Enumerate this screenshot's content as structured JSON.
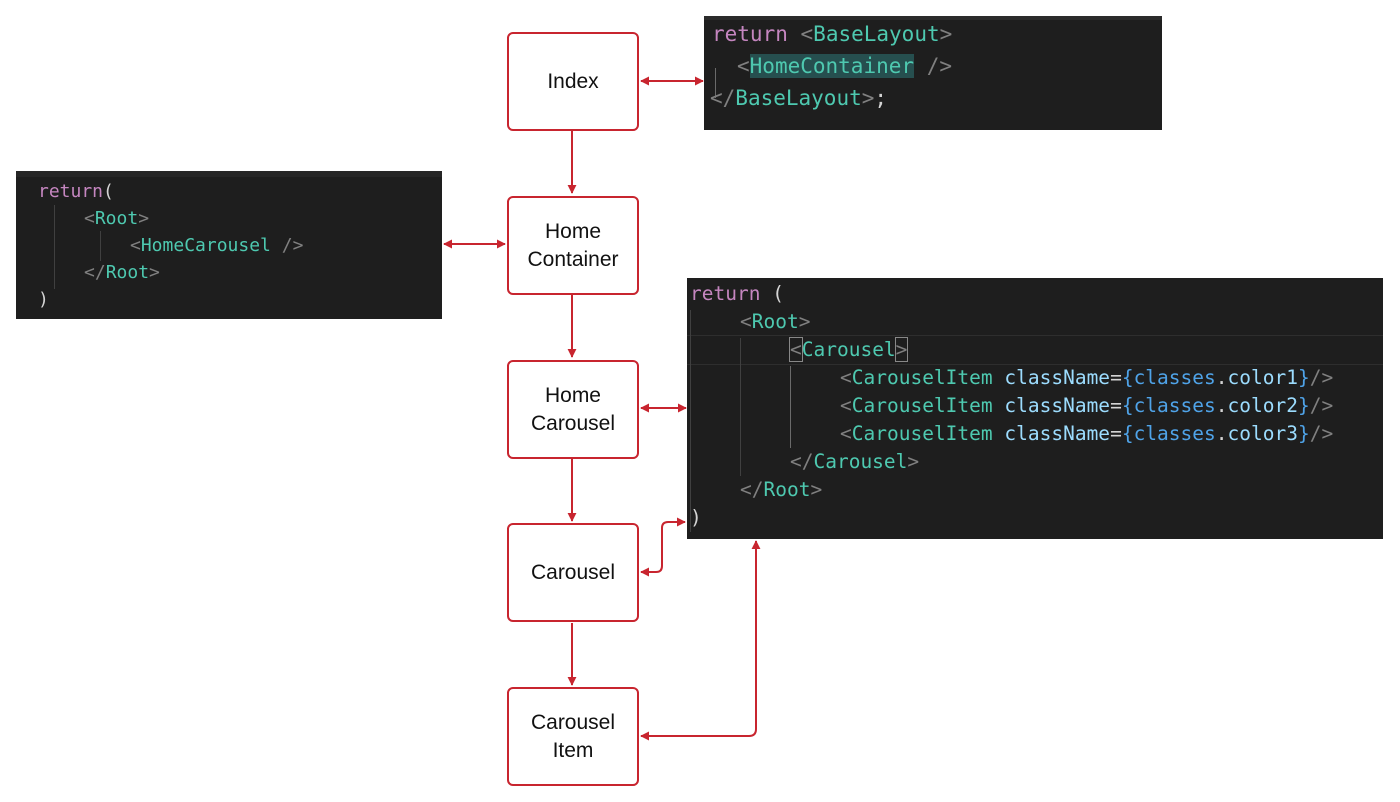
{
  "nodes": {
    "index": "Index",
    "home_container": [
      "Home",
      "Container"
    ],
    "home_carousel": [
      "Home",
      "Carousel"
    ],
    "carousel": "Carousel",
    "carousel_item": [
      "Carousel",
      "Item"
    ]
  },
  "code_index": {
    "kw_return": "return",
    "lt": "<",
    "gt": ">",
    "base_layout": "BaseLayout",
    "home_container": "HomeContainer",
    "self_close": "/>",
    "close_open": "</",
    "semicolon": ";"
  },
  "code_home_container": {
    "kw_return": "return",
    "open_paren": "(",
    "close_paren": ")",
    "lt": "<",
    "gt": ">",
    "close_open": "</",
    "self_close": "/>",
    "root": "Root",
    "home_carousel": "HomeCarousel"
  },
  "code_home_carousel": {
    "kw_return": "return",
    "open_paren": "(",
    "close_paren": ")",
    "lt": "<",
    "gt": ">",
    "close_open": "</",
    "self_close": "/>",
    "root": "Root",
    "carousel": "Carousel",
    "carousel_item": "CarouselItem",
    "attr": "className",
    "equals": "=",
    "lbrace": "{",
    "rbrace": "}",
    "classes": "classes",
    "dot": ".",
    "items": [
      {
        "color": "color1"
      },
      {
        "color": "color2"
      },
      {
        "color": "color3"
      }
    ]
  },
  "colors": {
    "node_border": "#c8252f",
    "arrow": "#c8252f",
    "code_bg": "#1e1e1e",
    "keyword": "#c586c0",
    "tag": "#4ec9b0",
    "punctuation": "#808080",
    "attribute": "#9cdcfe",
    "expression": "#4fa3e8"
  }
}
